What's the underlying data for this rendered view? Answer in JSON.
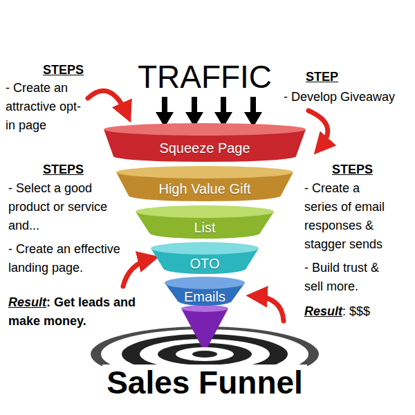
{
  "diagram": {
    "title": "TRAFFIC",
    "caption": "Sales Funnel",
    "nodes": [
      {
        "text": [
          "Squeeze Page"
        ]
      },
      {
        "text": [
          "High Value Gift"
        ]
      },
      {
        "text": [
          "List"
        ]
      },
      {
        "text": [
          "OTO"
        ]
      },
      {
        "text": [
          "Emails"
        ]
      }
    ],
    "labels": [
      "STEPS",
      "- Create an attractive opt-in page",
      "STEP",
      "- Develop Giveaway",
      "STEPS",
      "- Select a good product or service and...",
      "- Create an effective landing page.",
      "Result",
      ": Get leads and make money.",
      "STEPS",
      "- Create a series of email responses & stagger sends",
      "- Build trust & sell more.",
      "Result",
      ": $$$"
    ]
  }
}
